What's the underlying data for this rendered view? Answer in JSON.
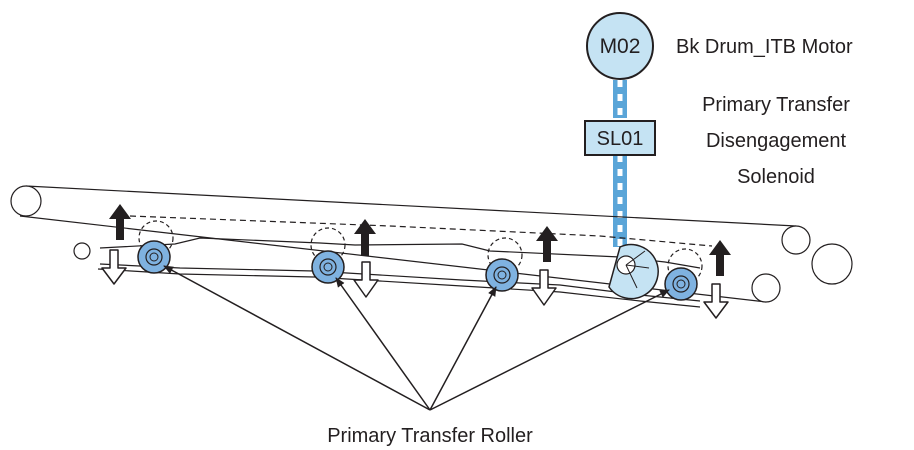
{
  "motor": {
    "id": "M02",
    "label": "Bk Drum_ITB Motor",
    "color": "#c5e3f3"
  },
  "solenoid": {
    "id": "SL01",
    "label_lines": [
      "Primary Transfer",
      "Disengagement",
      "Solenoid"
    ],
    "color": "#c5e3f3"
  },
  "shaft_color": "#5aa5d8",
  "roller": {
    "label": "Primary Transfer Roller",
    "fill": "#7fb2e0",
    "count": 4
  },
  "ink": "#231f20"
}
